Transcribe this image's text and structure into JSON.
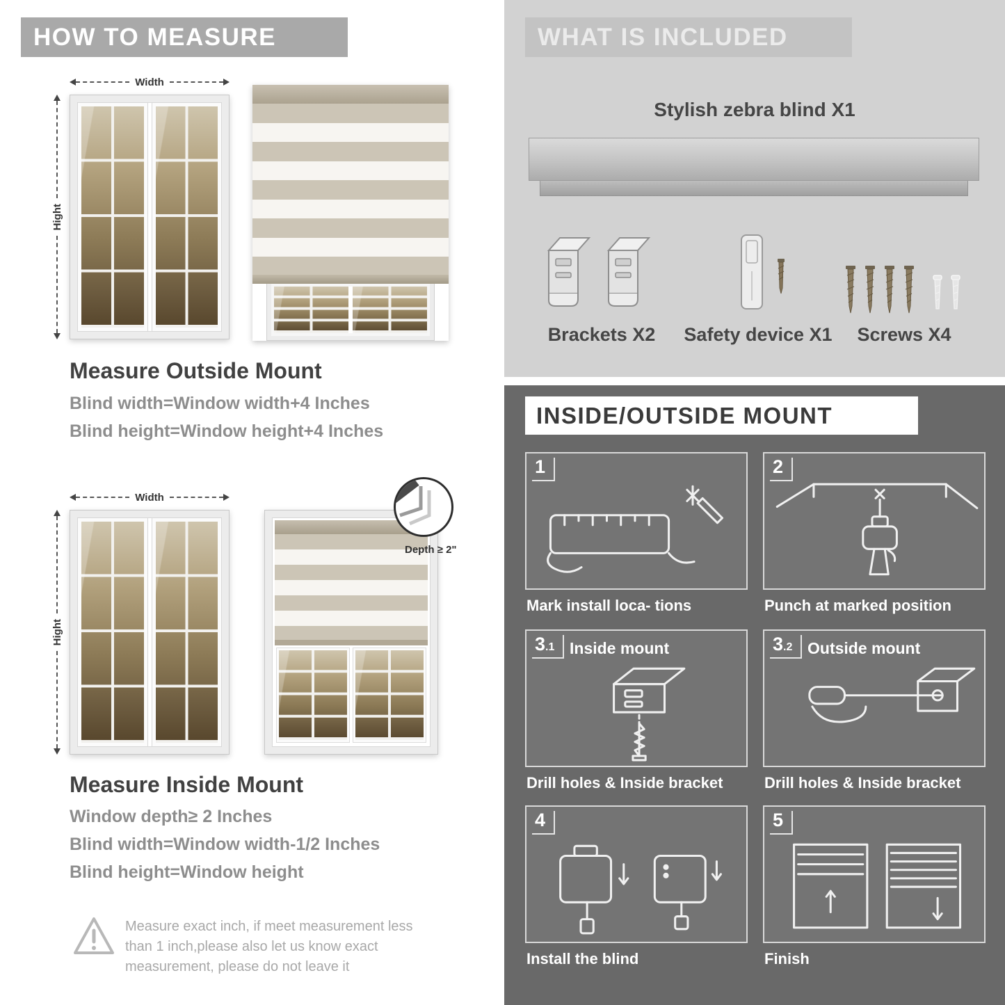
{
  "colors": {
    "banner_gray": "#a9a9a9",
    "included_bg": "#d2d2d2",
    "dark_section_bg": "#696969",
    "heading_dark": "#414141",
    "body_gray": "#8d8d8d",
    "stripe_taupe": "#ccc5b6",
    "stripe_white": "#f7f5f1"
  },
  "measure": {
    "header": "HOW TO MEASURE",
    "width_label": "Width",
    "height_label": "Hight",
    "outside": {
      "title": "Measure Outside Mount",
      "lines": [
        "Blind width=Window width+4 Inches",
        "Blind height=Window height+4 Inches"
      ]
    },
    "inside": {
      "depth_callout": "Depth ≥ 2\"",
      "title": "Measure Inside Mount",
      "lines": [
        "Window depth≥ 2 Inches",
        "Blind width=Window width-1/2 Inches",
        "Blind height=Window height"
      ]
    },
    "note": "Measure exact inch, if meet measurement less than 1 inch,please also let us know exact measurement, please do not leave it"
  },
  "included": {
    "header": "WHAT IS INCLUDED",
    "blind_label": "Stylish zebra blind X1",
    "items": [
      {
        "label": "Brackets X2"
      },
      {
        "label": "Safety device X1"
      },
      {
        "label": "Screws X4"
      }
    ]
  },
  "mount": {
    "header": "INSIDE/OUTSIDE MOUNT",
    "steps": [
      {
        "num": "1",
        "caption": "Mark install loca- tions"
      },
      {
        "num": "2",
        "caption": "Punch at  marked position"
      },
      {
        "num": "3",
        "num_sub": ".1",
        "title": "Inside mount",
        "caption": "Drill holes &  Inside bracket"
      },
      {
        "num": "3",
        "num_sub": ".2",
        "title": "Outside mount",
        "caption": "Drill holes &  Inside bracket"
      },
      {
        "num": "4",
        "caption": "Install the blind"
      },
      {
        "num": "5",
        "caption": "Finish"
      }
    ]
  }
}
